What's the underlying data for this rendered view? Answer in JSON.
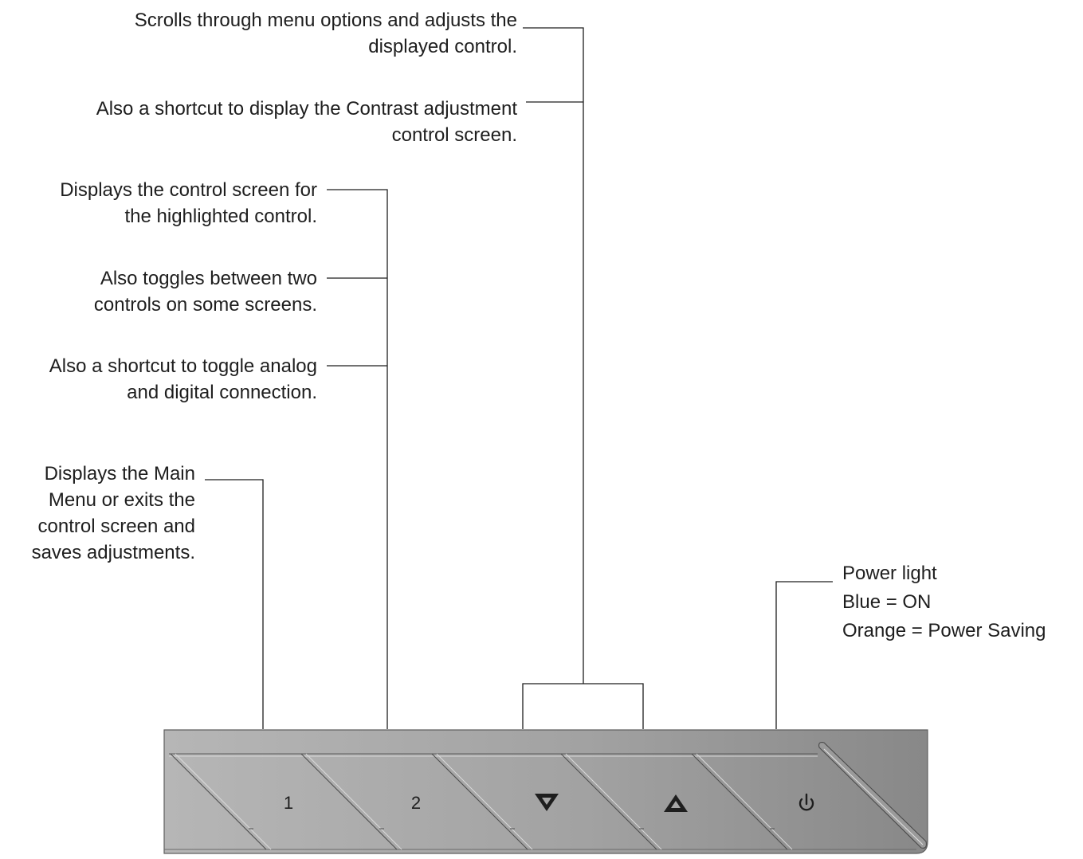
{
  "callouts": {
    "updown": {
      "line1": "Scrolls through menu options and adjusts the",
      "line2": "displayed control."
    },
    "contrast": {
      "line1": "Also a shortcut to display the Contrast adjustment",
      "line2": "control screen."
    },
    "btn2_display": {
      "line1": "Displays the control screen for",
      "line2": "the highlighted control."
    },
    "btn2_toggle": {
      "line1": "Also toggles between two",
      "line2": "controls on some screens."
    },
    "btn2_analog": {
      "line1": "Also a shortcut to toggle analog",
      "line2": "and digital connection."
    },
    "btn1": {
      "line1": "Displays the Main",
      "line2": "Menu or exits the",
      "line3": "control screen and",
      "line4": "saves adjustments."
    },
    "power": {
      "line1": "Power light",
      "line2": "Blue = ON",
      "line3": "Orange = Power Saving"
    }
  },
  "panel": {
    "button1_label": "1",
    "button2_label": "2",
    "down_icon": "triangle-down-icon",
    "up_icon": "triangle-up-icon",
    "power_icon": "power-icon",
    "bezel_color_light": "#b4b4b4",
    "bezel_color_dark": "#8a8a8a",
    "line_color": "#1e1e1e"
  }
}
